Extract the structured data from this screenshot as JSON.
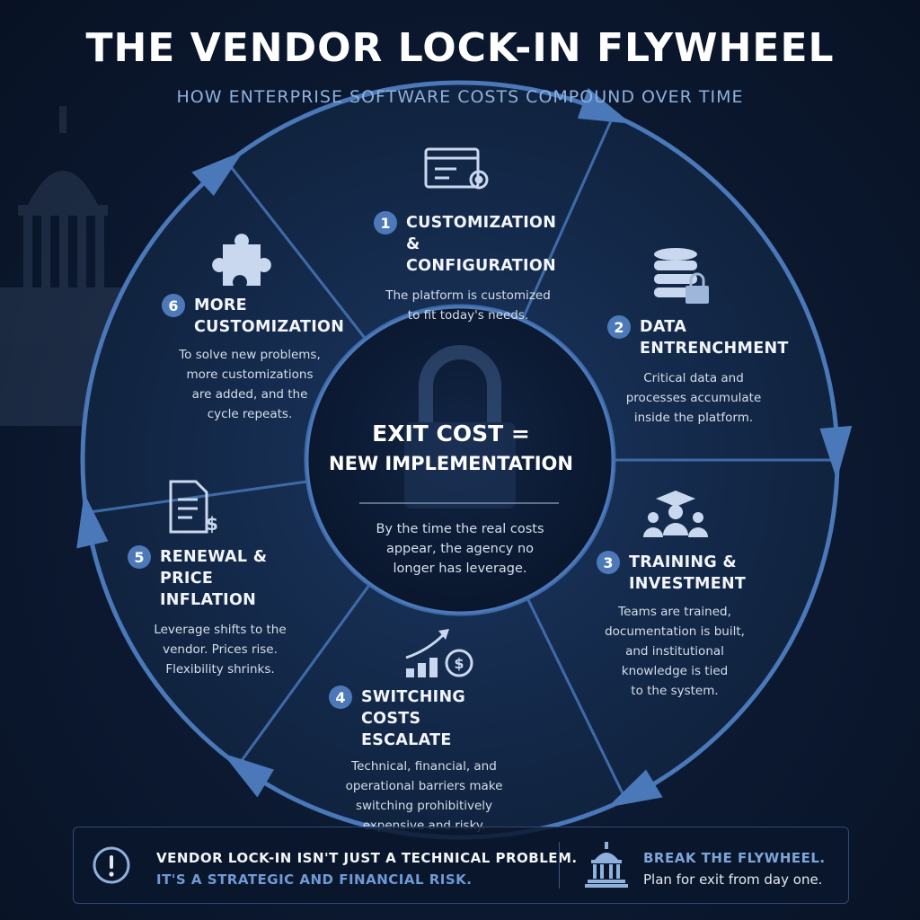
{
  "header": {
    "title": "THE VENDOR LOCK-IN FLYWHEEL",
    "subtitle": "HOW ENTERPRISE SOFTWARE COSTS COMPOUND OVER TIME"
  },
  "segments": [
    {
      "number": "1",
      "title_lines": [
        "CUSTOMIZATION",
        "& CONFIGURATION"
      ],
      "desc_lines": [
        "The platform is customized",
        "to fit today's needs."
      ],
      "icon": "browser-gear-icon"
    },
    {
      "number": "2",
      "title_lines": [
        "DATA",
        "ENTRENCHMENT"
      ],
      "desc_lines": [
        "Critical data and",
        "processes accumulate",
        "inside the platform."
      ],
      "icon": "database-lock-icon"
    },
    {
      "number": "3",
      "title_lines": [
        "TRAINING &",
        "INVESTMENT"
      ],
      "desc_lines": [
        "Teams are trained,",
        "documentation is built,",
        "and institutional",
        "knowledge is tied",
        "to the system."
      ],
      "icon": "team-graduation-icon"
    },
    {
      "number": "4",
      "title_lines": [
        "SWITCHING COSTS",
        "ESCALATE"
      ],
      "desc_lines": [
        "Technical, financial, and",
        "operational barriers make",
        "switching prohibitively",
        "expensive and risky."
      ],
      "icon": "rising-cost-icon"
    },
    {
      "number": "5",
      "title_lines": [
        "RENEWAL & PRICE",
        "INFLATION"
      ],
      "desc_lines": [
        "Leverage shifts to the",
        "vendor. Prices rise.",
        "Flexibility shrinks."
      ],
      "icon": "invoice-dollar-icon"
    },
    {
      "number": "6",
      "title_lines": [
        "MORE",
        "CUSTOMIZATION"
      ],
      "desc_lines": [
        "To solve new problems,",
        "more customizations",
        "are added, and the",
        "cycle repeats."
      ],
      "icon": "puzzle-piece-icon"
    }
  ],
  "center": {
    "title_line1": "EXIT COST =",
    "title_line2": "NEW IMPLEMENTATION",
    "desc_lines": [
      "By the time the real costs",
      "appear, the agency no",
      "longer has leverage."
    ],
    "icon": "padlock-icon"
  },
  "banner": {
    "left_line1": "VENDOR LOCK-IN ISN'T JUST A TECHNICAL PROBLEM.",
    "left_line2": "IT'S A STRATEGIC AND FINANCIAL RISK.",
    "left_icon": "exclamation-icon",
    "right_line1": "BREAK THE FLYWHEEL.",
    "right_line2": "Plan for exit from day one.",
    "right_icon": "government-building-icon"
  },
  "colors": {
    "background": "#0a1526",
    "segment_fill": "#142a4d",
    "segment_stroke": "#3e6aa8",
    "ring": "#4a78b8",
    "accent": "#4d79b8",
    "center_fill": "#0c1a34"
  }
}
